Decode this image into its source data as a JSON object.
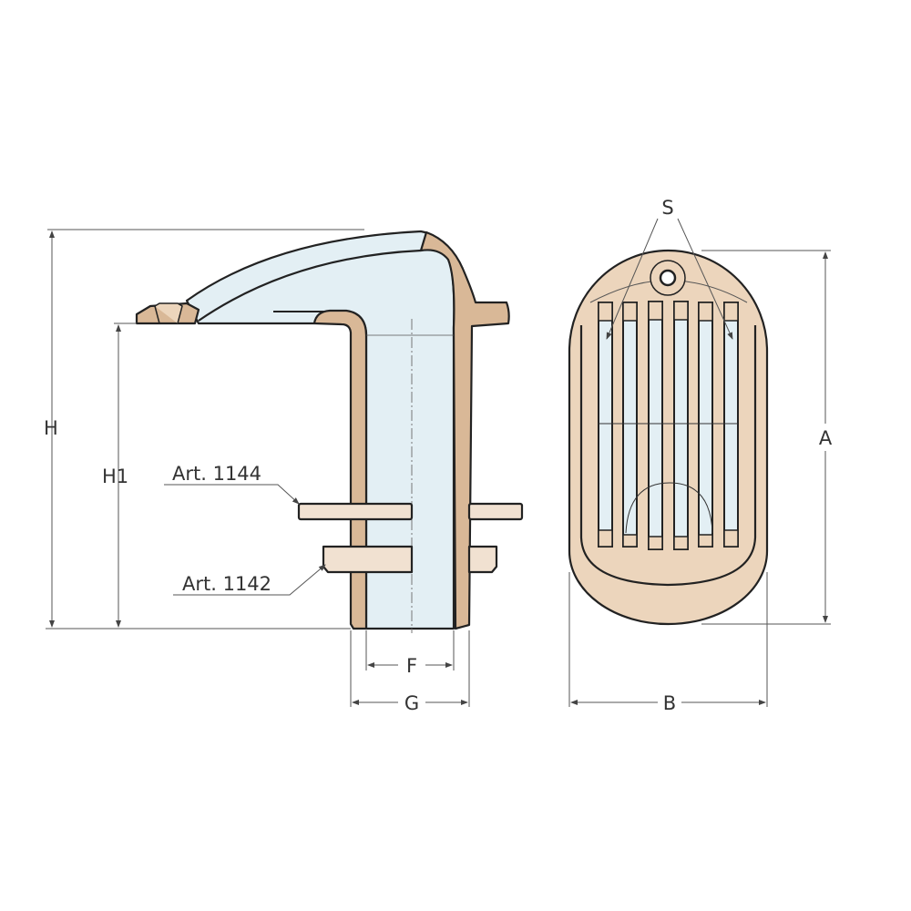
{
  "labels": {
    "H": "H",
    "H1": "H1",
    "F": "F",
    "G": "G",
    "A": "A",
    "B": "B",
    "S": "S",
    "art_washer": "Art. 1144",
    "art_nut": "Art. 1142"
  },
  "colors": {
    "bronze_section": "#d9b897",
    "bronze_light": "#ecd5bc",
    "nut": "#f1e1d1",
    "water": "#e3eff4",
    "outline": "#222222",
    "dimension": "#555555"
  }
}
